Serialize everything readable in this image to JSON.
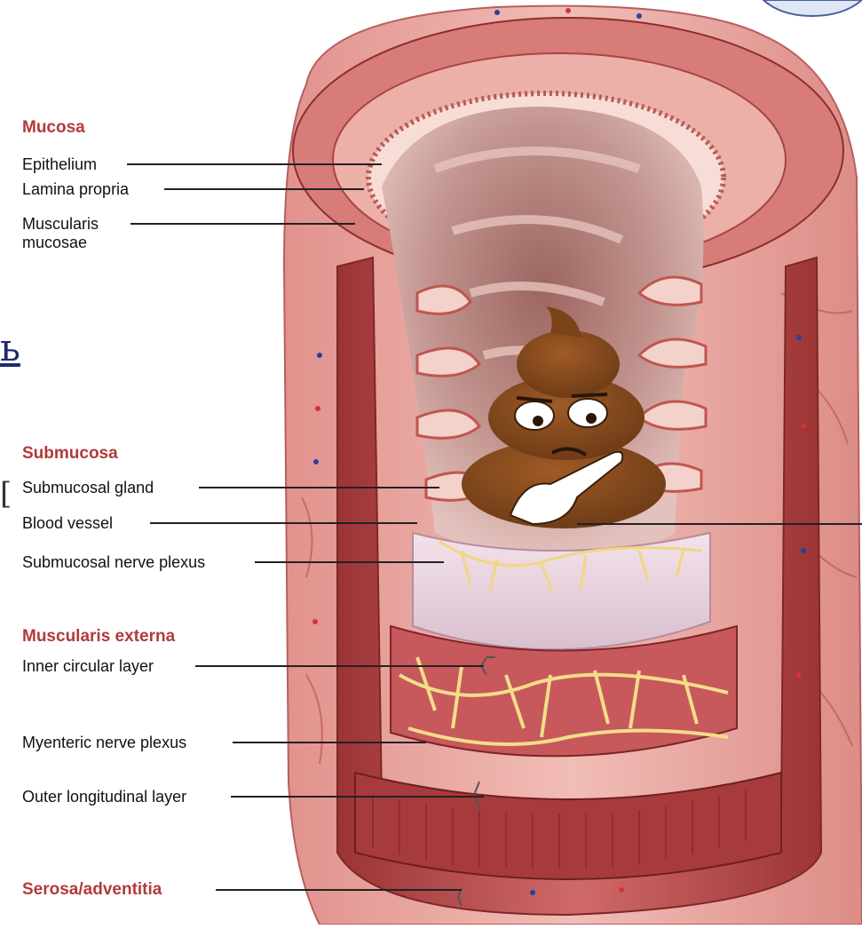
{
  "colors": {
    "heading": "#b23a3a",
    "leader_line": "#222222",
    "tissue_outer": "#e9a9a3",
    "tissue_muscle": "#c8575a",
    "tissue_dark": "#8e2e2f",
    "submucosa": "#efdde6",
    "nerve": "#f3dd8a",
    "lumen": "#b98581",
    "emoji": "#7a4318"
  },
  "icons": {
    "emoji": "thinking-poop-emoji",
    "seal": "seal-logo"
  },
  "sections": {
    "mucosa": {
      "heading": "Mucosa",
      "labels": [
        "Epithelium",
        "Lamina propria",
        "Muscularis",
        "mucosae"
      ]
    },
    "submucosa": {
      "heading": "Submucosa",
      "labels": [
        "Submucosal gland",
        "Blood vessel",
        "Submucosal nerve plexus"
      ]
    },
    "muscularis": {
      "heading": "Muscularis externa",
      "labels": [
        "Inner circular layer",
        "Myenteric nerve plexus",
        "Outer longitudinal layer"
      ]
    },
    "serosa": {
      "heading": "Serosa/adventitia"
    }
  },
  "fragments": {
    "underlined_glyph": "ь",
    "bracket_glyph": "["
  }
}
